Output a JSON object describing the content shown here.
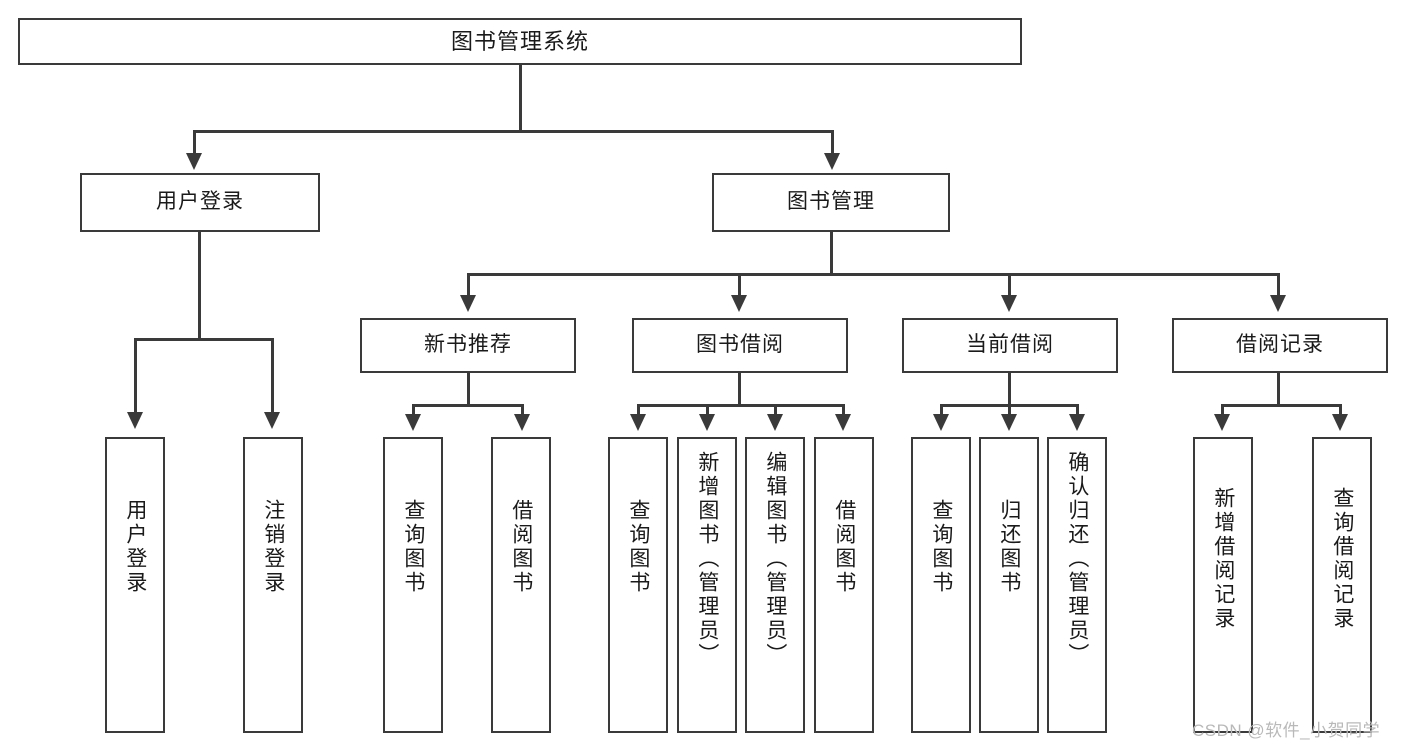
{
  "diagram": {
    "title": "图书管理系统",
    "type": "tree",
    "root": {
      "id": "root",
      "label": "图书管理系统"
    },
    "level1": [
      {
        "id": "user-login",
        "label": "用户登录"
      },
      {
        "id": "book-manage",
        "label": "图书管理"
      }
    ],
    "level2": [
      {
        "id": "new-book-recommend",
        "label": "新书推荐"
      },
      {
        "id": "book-borrow",
        "label": "图书借阅"
      },
      {
        "id": "current-borrow",
        "label": "当前借阅"
      },
      {
        "id": "borrow-record",
        "label": "借阅记录"
      }
    ],
    "leaves": [
      {
        "id": "leaf-user-login",
        "label": "用户登录",
        "parent": "user-login"
      },
      {
        "id": "leaf-logout-login",
        "label": "注销登录",
        "parent": "user-login"
      },
      {
        "id": "leaf-query-book-1",
        "label": "查询图书",
        "parent": "new-book-recommend"
      },
      {
        "id": "leaf-borrow-book-1",
        "label": "借阅图书",
        "parent": "new-book-recommend"
      },
      {
        "id": "leaf-query-book-2",
        "label": "查询图书",
        "parent": "book-borrow"
      },
      {
        "id": "leaf-add-book",
        "label": "新增图书（管理员）",
        "parent": "book-borrow"
      },
      {
        "id": "leaf-edit-book",
        "label": "编辑图书（管理员）",
        "parent": "book-borrow"
      },
      {
        "id": "leaf-borrow-book-2",
        "label": "借阅图书",
        "parent": "book-borrow"
      },
      {
        "id": "leaf-query-book-3",
        "label": "查询图书",
        "parent": "current-borrow"
      },
      {
        "id": "leaf-return-book",
        "label": "归还图书",
        "parent": "current-borrow"
      },
      {
        "id": "leaf-confirm-return",
        "label": "确认归还（管理员）",
        "parent": "current-borrow"
      },
      {
        "id": "leaf-add-record",
        "label": "新增借阅记录",
        "parent": "borrow-record"
      },
      {
        "id": "leaf-query-record",
        "label": "查询借阅记录",
        "parent": "borrow-record"
      }
    ]
  },
  "watermark": {
    "text": "CSDN @软件_小贺同学"
  },
  "colors": {
    "stroke": "#3a3a3a",
    "text": "#1a1a1a",
    "background": "#ffffff",
    "watermark": "#b9b9b9"
  }
}
